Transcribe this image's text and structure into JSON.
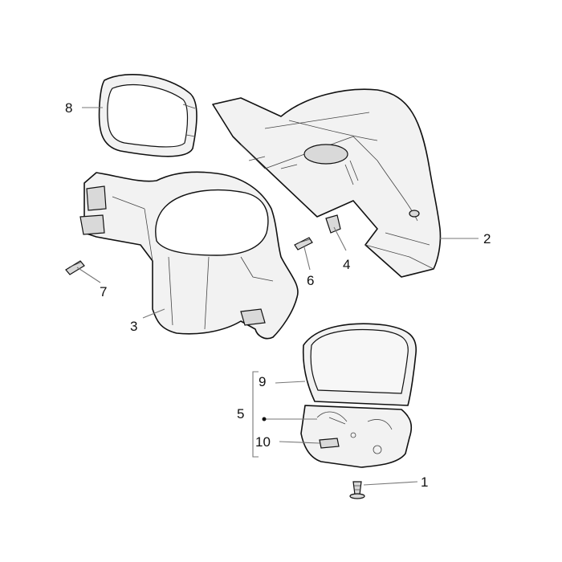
{
  "callouts": [
    "1",
    "2",
    "3",
    "4",
    "5",
    "6",
    "7",
    "8",
    "9",
    "10"
  ],
  "colors": {
    "line": "#111111",
    "fill": "#f2f2f2",
    "leader": "#777777"
  }
}
